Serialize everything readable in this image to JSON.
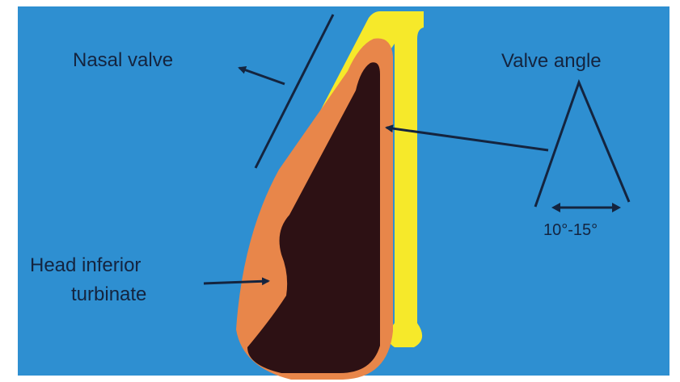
{
  "labels": {
    "nasal_valve": "Nasal valve",
    "valve_angle": "Valve angle",
    "head_inferior_line1": "Head inferior",
    "head_inferior_line2": "turbinate",
    "angle_range": "10°-15°"
  },
  "colors": {
    "background": "#2e8fd1",
    "yellow_septum": "#f6e92a",
    "orange_mucosa": "#e8864a",
    "dark_airway": "#2d1114",
    "line_color": "#14243f"
  }
}
